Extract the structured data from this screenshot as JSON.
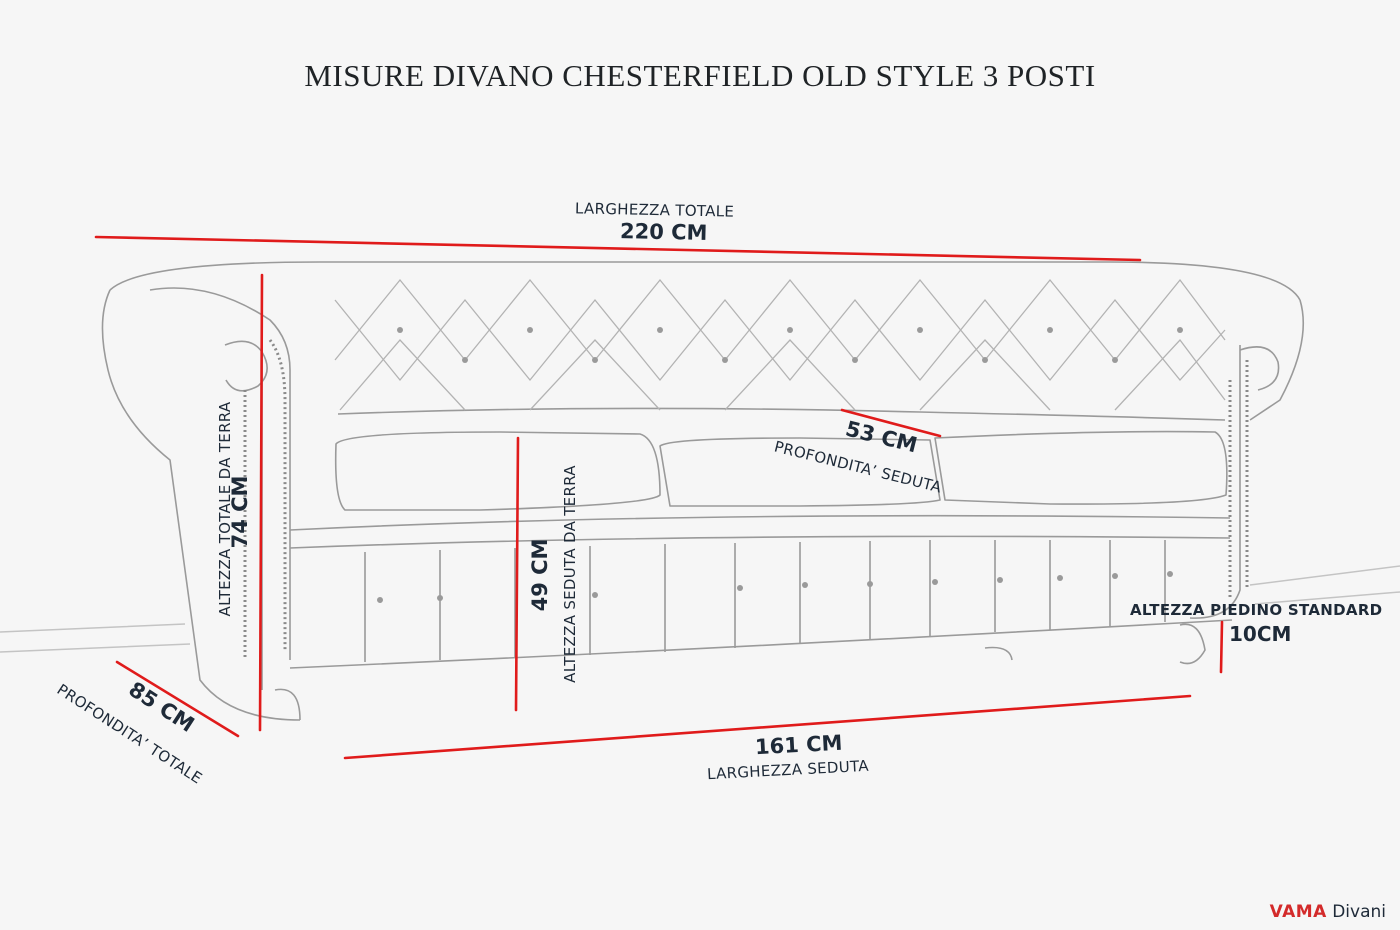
{
  "title": "MISURE DIVANO CHESTERFIELD OLD STYLE 3 POSTI",
  "dimensions": {
    "total_width": {
      "label": "LARGHEZZA TOTALE",
      "value": "220 CM"
    },
    "total_height": {
      "label": "ALTEZZA TOTALE DA TERRA",
      "value": "74 CM"
    },
    "seat_height": {
      "label": "ALTEZZA SEDUTA DA TERRA",
      "value": "49 CM"
    },
    "seat_depth": {
      "label": "PROFONDITA’ SEDUTA",
      "value": "53 CM"
    },
    "foot_height": {
      "label": "ALTEZZA PIEDINO STANDARD",
      "value": "10CM"
    },
    "total_depth": {
      "label": "PROFONDITA’ TOTALE",
      "value": "85 CM"
    },
    "seat_width": {
      "label": "LARGHEZZA SEDUTA",
      "value": "161 CM"
    }
  },
  "brand": {
    "name": "VAMA",
    "suffix": "Divani"
  },
  "colors": {
    "measure_line": "#e01b1b",
    "sketch": "#9a9a9a",
    "text": "#1e2a38"
  }
}
